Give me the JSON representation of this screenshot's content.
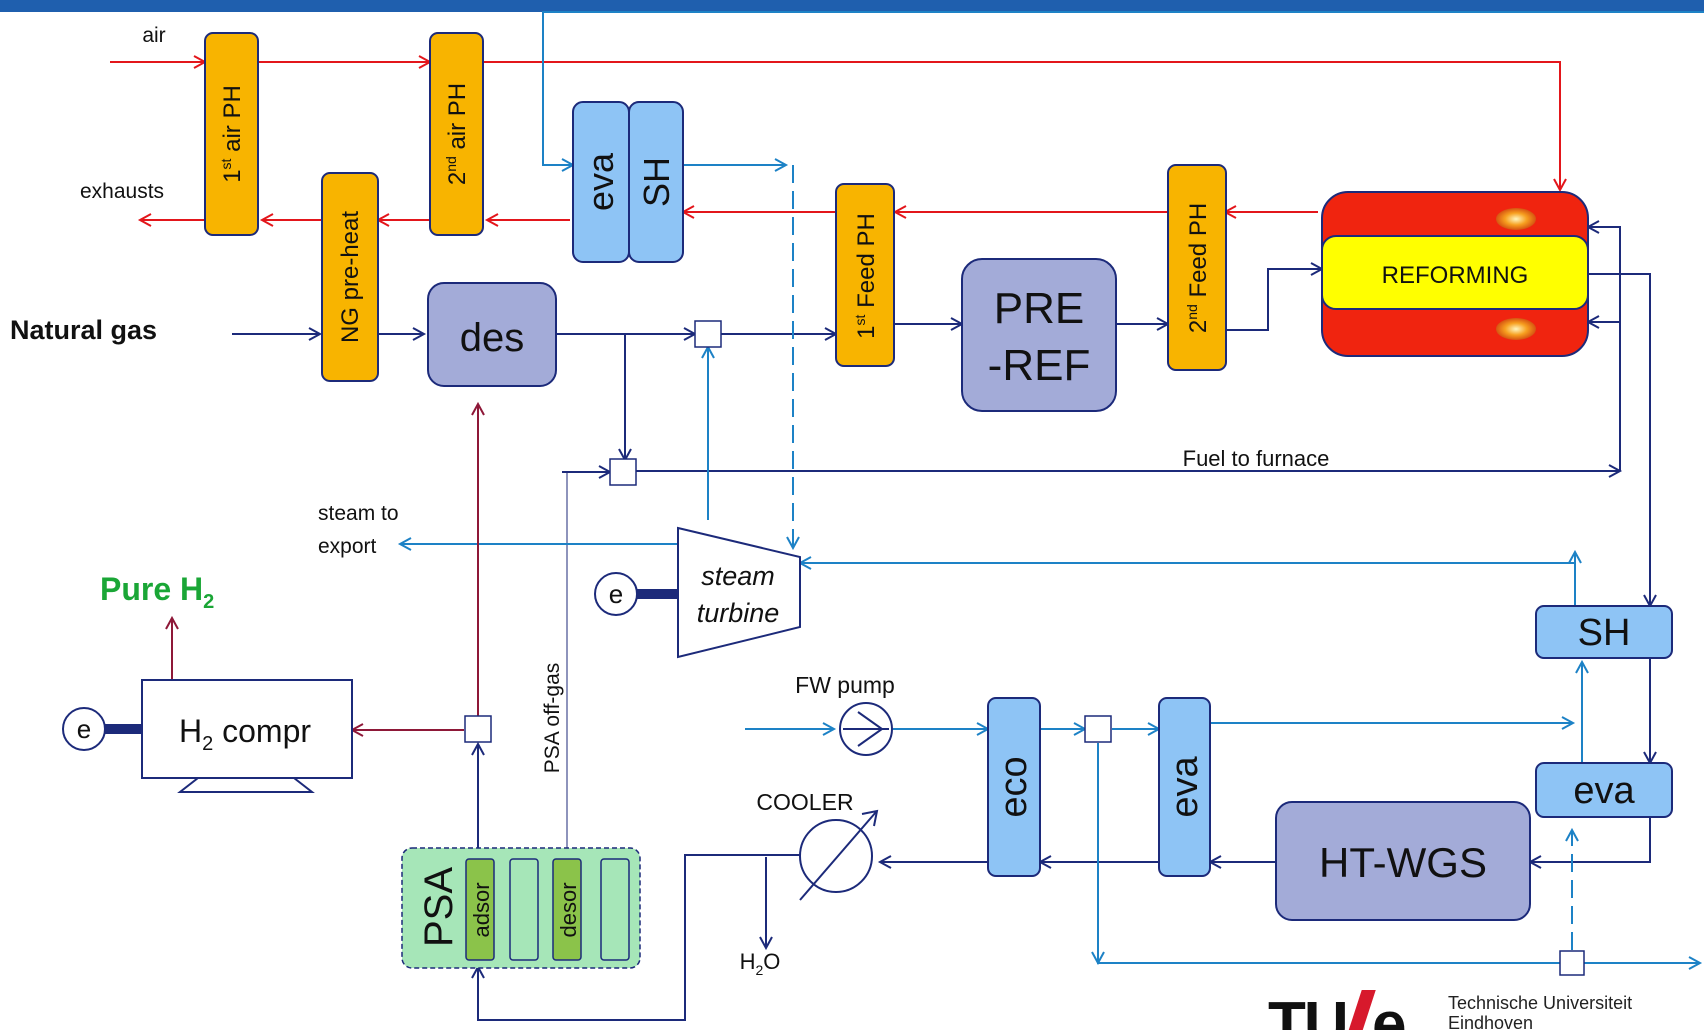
{
  "labels": {
    "air": "air",
    "exhausts": "exhausts",
    "natural_gas": "Natural gas",
    "fuel_to_furnace": "Fuel to furnace",
    "steam_to_export_1": "steam to",
    "steam_to_export_2": "export",
    "pure_h2": "Pure H",
    "pure_h2_sub": "2",
    "psa_offgas": "PSA off-gas",
    "fw_pump": "FW pump",
    "cooler": "COOLER",
    "h2o_h": "H",
    "h2o_sub": "2",
    "h2o_o": "O",
    "e_symbol": "e"
  },
  "components": {
    "air_ph1": {
      "ord": "1",
      "sup": "st",
      "name": " air PH"
    },
    "air_ph2": {
      "ord": "2",
      "sup": "nd",
      "name": " air PH"
    },
    "ng_preheat": "NG pre-heat",
    "eva_top": "eva",
    "sh_top": "SH",
    "feed_ph1": {
      "ord": "1",
      "sup": "st",
      "name": " Feed PH"
    },
    "feed_ph2": {
      "ord": "2",
      "sup": "nd",
      "name": " Feed PH"
    },
    "des": "des",
    "pre_ref_1": "PRE",
    "pre_ref_2": "-REF",
    "reforming": "REFORMING",
    "steam_turbine_1": "steam",
    "steam_turbine_2": "turbine",
    "h2_compr_h": "H",
    "h2_compr_sub": "2",
    "h2_compr_rest": " compr",
    "psa": "PSA",
    "adsor": "adsor",
    "desor": "desor",
    "eco": "eco",
    "eva_mid": "eva",
    "ht_wgs": "HT-WGS",
    "sh_right": "SH",
    "eva_right": "eva"
  },
  "logo": {
    "tu": "TU",
    "e": "e",
    "line1": "Technische Universiteit",
    "line2": "Eindhoven"
  },
  "colors": {
    "orange": "#f8b400",
    "blue_box": "#8ec4f5",
    "purple_box": "#a3abd8",
    "red_line": "#e3161b",
    "navy_line": "#1c2a7a",
    "blue_line": "#1d82c6",
    "maroon_line": "#8e1838",
    "green_h2": "#1aa636",
    "reformer_red": "#f0240f",
    "reformer_yellow": "#ffff00"
  }
}
